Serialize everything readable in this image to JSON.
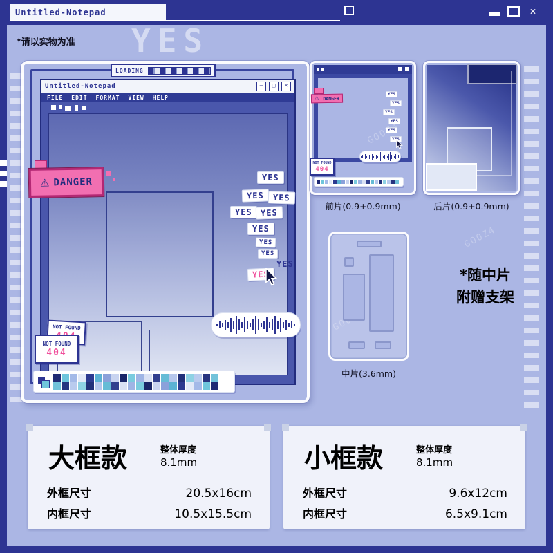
{
  "frame": {
    "title": "Untitled-Notepad"
  },
  "disclaimer": "*请以实物为准",
  "product": {
    "loading": "LOADING",
    "window_title": "Untitled-Notepad",
    "menu": [
      "FILE",
      "EDIT",
      "FORMAT",
      "VIEW",
      "HELP"
    ],
    "danger": "DANGER",
    "yes": "YES",
    "not_found": "NOT FOUND",
    "error_code": "404",
    "watermark": "GOOZ4",
    "palette": [
      "#1f2a74",
      "#6fc6dc",
      "#a4bae8",
      "#e3eaf8",
      "#2c3a90",
      "#5cb2d4",
      "#8ba1da",
      "#c9d4f0",
      "#1a2668",
      "#7bccdf",
      "#9fb5e5",
      "#d9e1f4",
      "#32408e",
      "#66bcd6",
      "#b6c7ec",
      "#223079",
      "#8fd2e4",
      "#b9cbee",
      "#27347f",
      "#71c2da"
    ]
  },
  "pieces": {
    "front": {
      "caption": "前片(0.9+0.9mm)"
    },
    "back": {
      "caption": "后片(0.9+0.9mm)"
    },
    "middle": {
      "caption": "中片(3.6mm)",
      "note": [
        "*随中片",
        "附赠支架"
      ]
    }
  },
  "specs": [
    {
      "name": "大框款",
      "thickness_label": "整体厚度",
      "thickness": "8.1mm",
      "rows": [
        {
          "label": "外框尺寸",
          "value": "20.5x16cm"
        },
        {
          "label": "内框尺寸",
          "value": "10.5x15.5cm"
        }
      ]
    },
    {
      "name": "小框款",
      "thickness_label": "整体厚度",
      "thickness": "8.1mm",
      "rows": [
        {
          "label": "外框尺寸",
          "value": "9.6x12cm"
        },
        {
          "label": "内框尺寸",
          "value": "6.5x9.1cm"
        }
      ]
    }
  ],
  "colors": {
    "navy": "#2d3492",
    "pink": "#f26fb1",
    "background": "#abb6e4"
  }
}
